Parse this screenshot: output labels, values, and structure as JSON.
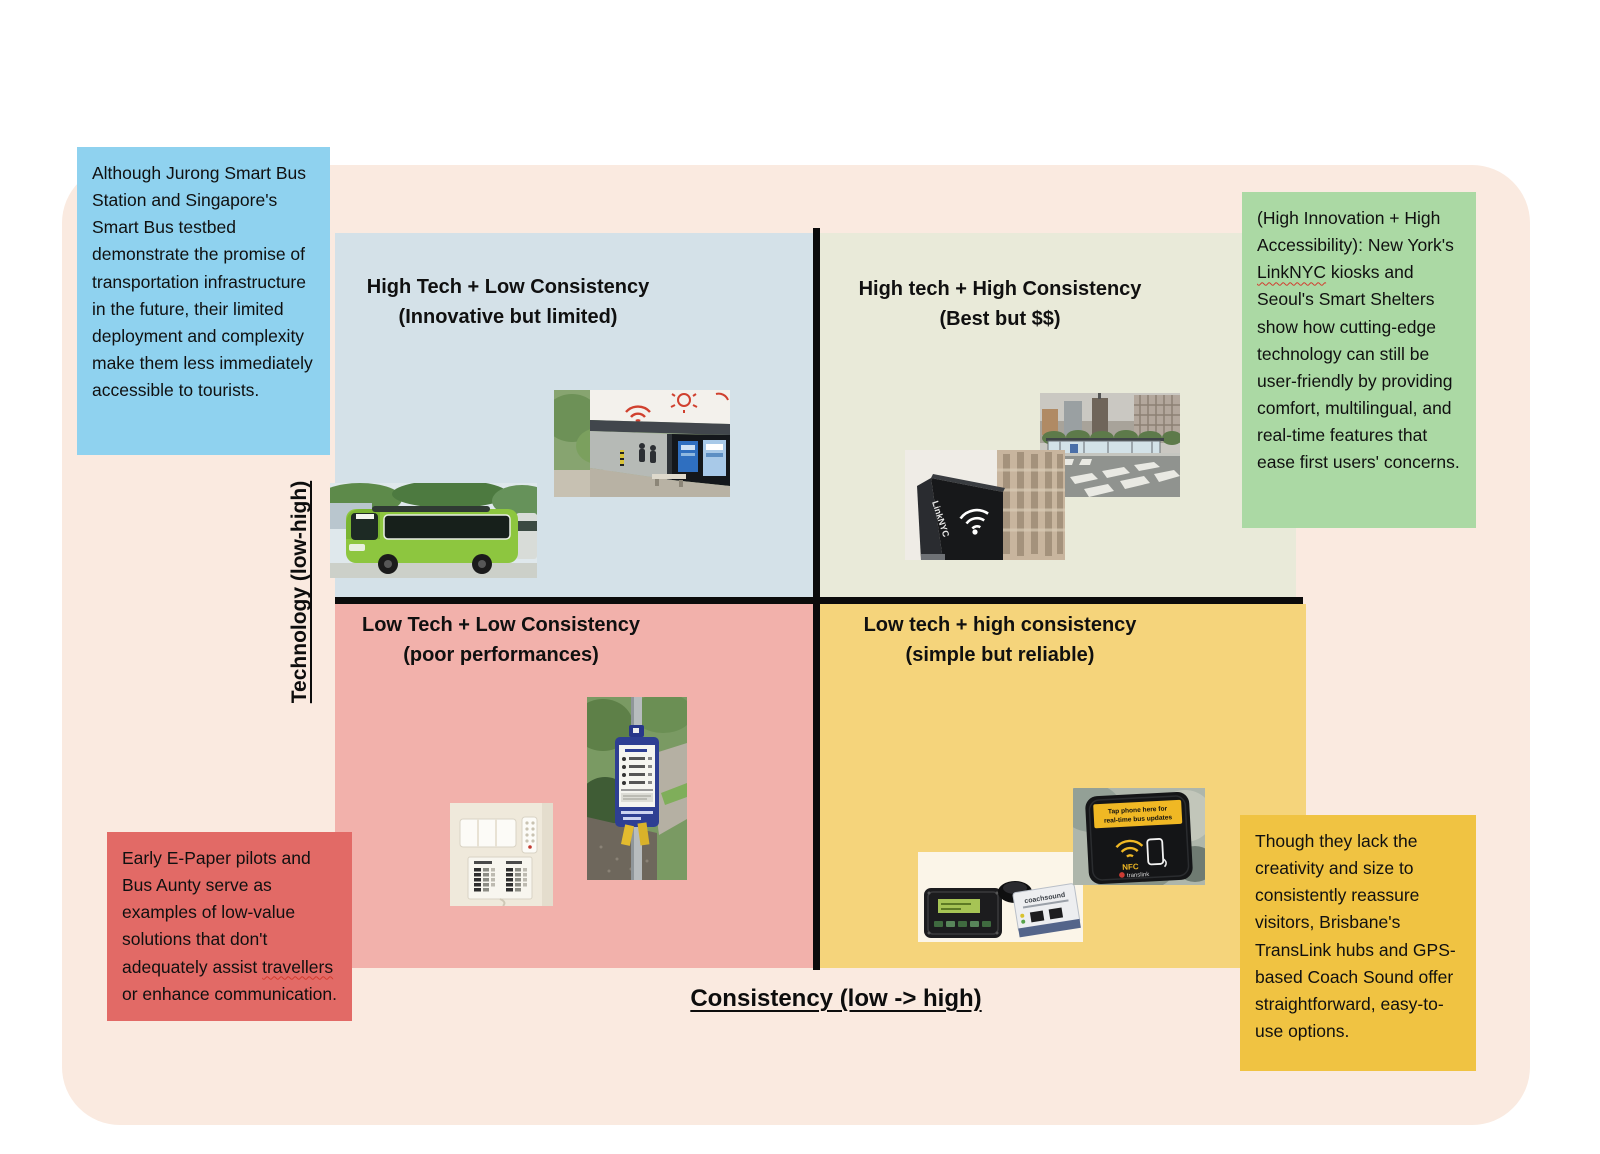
{
  "board": {
    "bg": "#faeae0",
    "divider_color": "#0b0b0b"
  },
  "axes": {
    "y_label": "Technology (low-high)",
    "x_label": "Consistency (low -> high)"
  },
  "quadrants": {
    "tl": {
      "color": "#d4e1e8",
      "title": "High Tech + Low Consistency",
      "subtitle": "(Innovative but limited)"
    },
    "tr": {
      "color": "#e9ead9",
      "title": "High tech + High Consistency",
      "subtitle": "(Best but $$)"
    },
    "bl": {
      "color": "#f2b1ab",
      "title": "Low Tech + Low Consistency",
      "subtitle": "(poor performances)"
    },
    "br": {
      "color": "#f5d47b",
      "title": "Low tech + high consistency",
      "subtitle": "(simple but reliable)"
    }
  },
  "notes": {
    "blue": {
      "color": "#8fd2ef",
      "text": "Although Jurong Smart Bus Station and Singapore's Smart Bus testbed demonstrate the promise of transportation infrastructure in the future, their limited deployment and complexity make them less immediately accessible to tourists."
    },
    "green": {
      "color": "#abd9a4",
      "text_before": "(High Innovation + High Accessibility): New York's ",
      "misspelled": "LinkNYC",
      "text_after": " kiosks and Seoul's Smart Shelters show how cutting-edge technology can still be user-friendly by providing comfort, multilingual, and real-time features that ease first users' concerns."
    },
    "red": {
      "color": "#e26a66",
      "text_before": "Early E-Paper pilots and Bus Aunty serve as examples of low-value solutions that don't adequately assist ",
      "misspelled": "travellers",
      "text_after": " or enhance communication."
    },
    "yellow": {
      "color": "#f0c342",
      "text": "Though they lack the creativity and size to consistently reassure visitors, Brisbane's TransLink hubs and GPS-based Coach Sound offer straightforward, easy-to-use options."
    }
  },
  "photo_text": {
    "linknyc": "LinkNYC",
    "nfc_line1": "Tap phone here for",
    "nfc_line2": "real-time bus updates",
    "nfc_label": "NFC",
    "translink": "translink",
    "coachsound": "coachsound"
  },
  "accents": {
    "wifi_red": "#d0402e",
    "bus_green": "#8dc63f",
    "sign_blue": "#2e3f93",
    "translink_yellow": "#f0b824",
    "translink_red": "#cc3b33"
  }
}
